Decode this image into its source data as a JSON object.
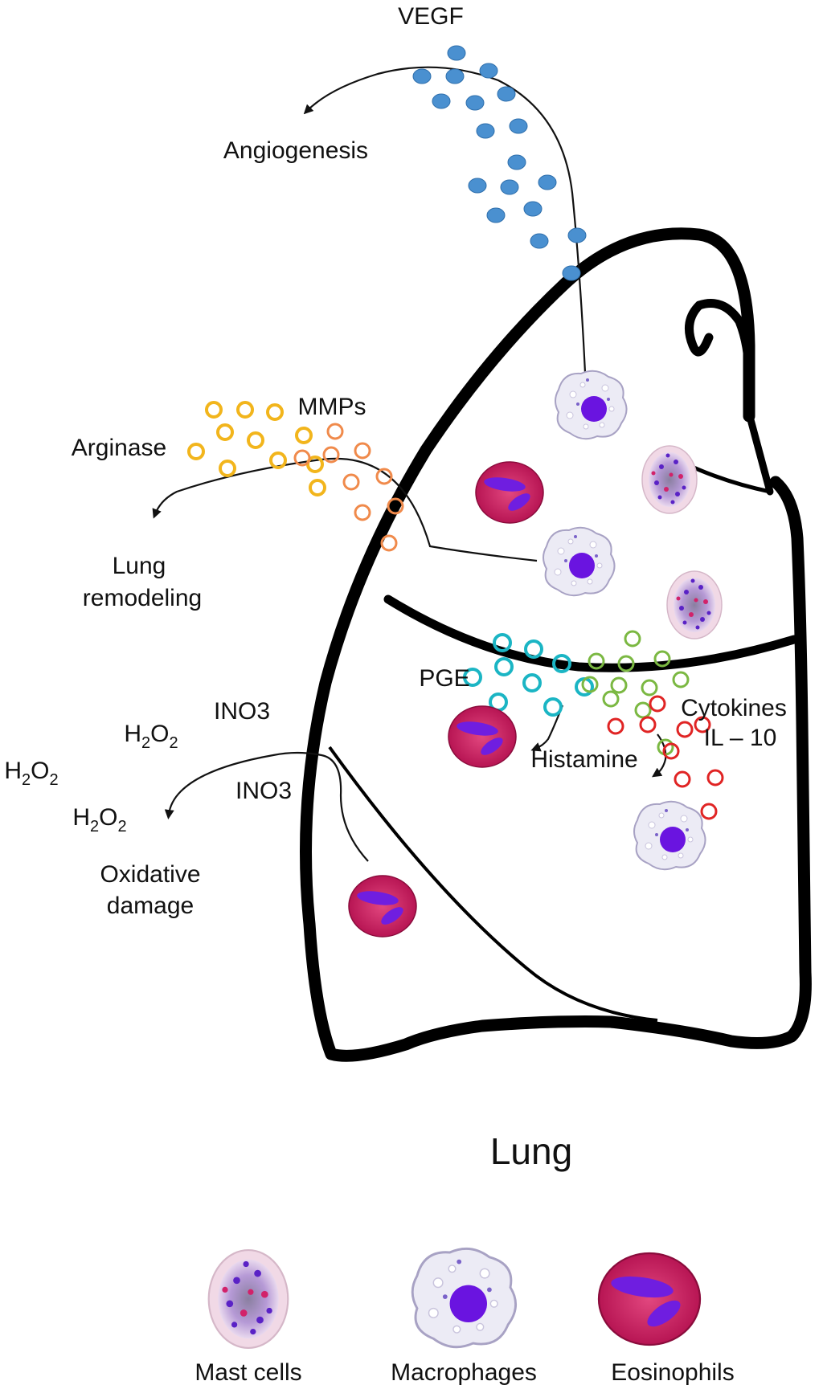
{
  "labels": {
    "vegf": "VEGF",
    "angiogenesis": "Angiogenesis",
    "mmps": "MMPs",
    "arginase": "Arginase",
    "lung_remodeling_1": "Lung",
    "lung_remodeling_2": "remodeling",
    "pge": "PGE",
    "cytokines": "Cytokines",
    "il10": "IL – 10",
    "histamine": "Histamine",
    "ino3_a": "INO3",
    "ino3_b": "INO3",
    "h2o2": "H2O2",
    "oxidative_1": "Oxidative",
    "oxidative_2": "damage",
    "lung": "Lung"
  },
  "legend": [
    {
      "label": "Mast cells",
      "icon": "mast-cell-icon"
    },
    {
      "label": "Macrophages",
      "icon": "macrophage-icon"
    },
    {
      "label": "Eosinophils",
      "icon": "eosinophil-icon"
    }
  ],
  "colors": {
    "vegf_dots": "#4a90d0",
    "arginase_rings": "#f2b51c",
    "mmp_rings": "#f08a4b",
    "pge_rings": "#1bb5c4",
    "cytokine_rings": "#7bb842",
    "il10_rings": "#e02424",
    "eosinophil": "#c8175e",
    "macrophage_nucleus": "#6a14e0",
    "mast_cell": "#7a3fc6"
  }
}
